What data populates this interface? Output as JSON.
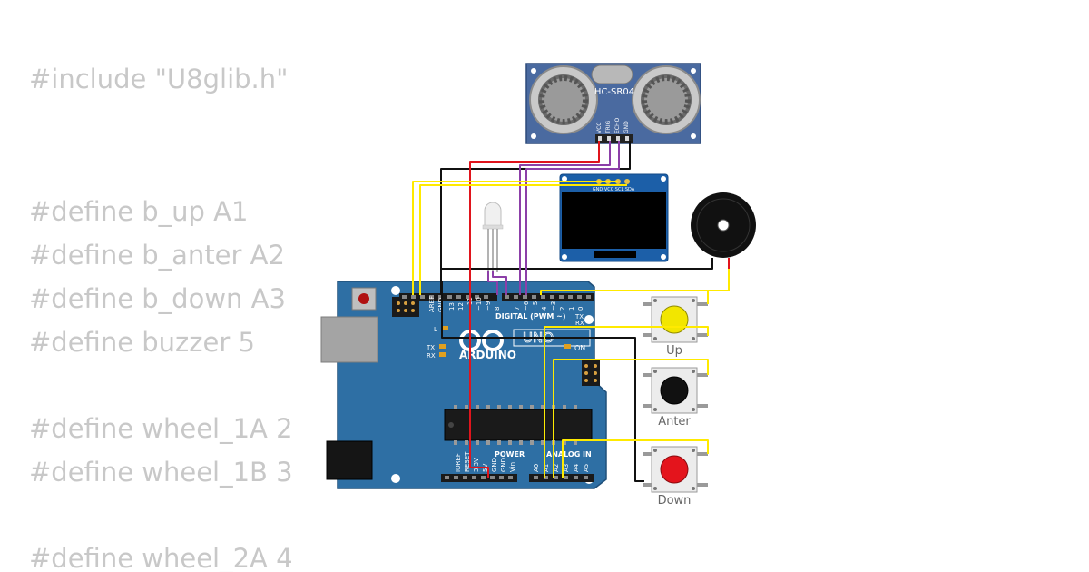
{
  "code_lines": [
    "#include \"U8glib.h\"",
    "",
    "",
    "#define b_up A1",
    "#define b_anter A2",
    "#define b_down A3",
    "#define buzzer 5",
    "",
    "#define wheel_1A 2",
    "#define wheel_1B 3",
    "",
    "#define wheel_2A 4"
  ],
  "sensor": {
    "name": "HC-SR04",
    "pins": [
      "VCC",
      "TRIG",
      "ECHO",
      "GND"
    ]
  },
  "oled": {
    "pins": "GND VCC SCL SDA"
  },
  "arduino": {
    "brand": "ARDUINO",
    "model": "UNO",
    "digital_label": "DIGITAL (PWM ~)",
    "analog_label": "ANALOG IN",
    "power_label": "POWER",
    "on_label": "ON",
    "tx_label": "TX",
    "rx_label": "RX",
    "l_label": "L",
    "txrx_header": "TX",
    "rxrx_header": "RX",
    "aref_label": "AREF",
    "gnd_label": "GND",
    "digital_pins": [
      "13",
      "12",
      "~11",
      "~10",
      "~9",
      "8",
      "7",
      "~6",
      "~5",
      "4",
      "~3",
      "2",
      "1",
      "0"
    ],
    "power_pins": [
      "IOREF",
      "RESET",
      "3.3V",
      "5V",
      "GND",
      "GND",
      "Vin"
    ],
    "analog_pins": [
      "A0",
      "A1",
      "A2",
      "A3",
      "A4",
      "A5"
    ]
  },
  "buttons": [
    {
      "label": "Up",
      "color": "#f2e600"
    },
    {
      "label": "Anter",
      "color": "#111111"
    },
    {
      "label": "Down",
      "color": "#e4141c"
    }
  ],
  "colors": {
    "board": "#2e6fa4",
    "wire_yellow": "#ffea00",
    "wire_black": "#111111",
    "wire_red": "#e0141c",
    "wire_purple": "#8c3fa8",
    "code_text": "#c8c8c8"
  }
}
